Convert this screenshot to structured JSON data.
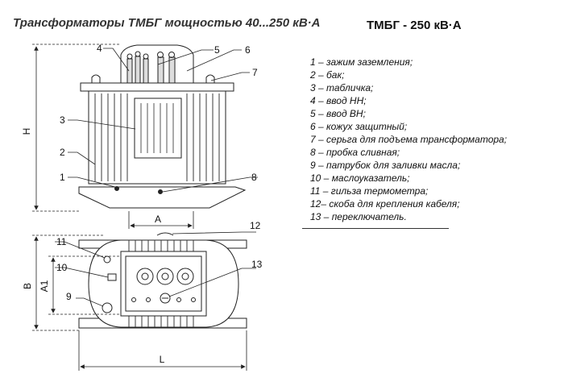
{
  "header": {
    "title_left": "Трансформаторы ТМБГ  мощностью  40...250 кВ·А",
    "title_right": "ТМБГ - 250 кВ·А"
  },
  "legend": [
    "1 – зажим заземления;",
    "2 – бак;",
    "3 – табличка;",
    "4 – ввод НН;",
    "5 – ввод ВН;",
    "6 – кожух защитный;",
    "7 – серьга для подъема трансформатора;",
    "8 – пробка сливная;",
    "9 – патрубок для заливки масла;",
    "10 – маслоуказатель;",
    "11 – гильза термометра;",
    "12– скоба для крепления кабеля;",
    "13 – переключатель."
  ],
  "callouts": {
    "front": [
      "4",
      "5",
      "6",
      "7",
      "3",
      "2",
      "1",
      "8"
    ],
    "top": [
      "12",
      "11",
      "10",
      "13",
      "9"
    ]
  },
  "dimensions": {
    "height": "H",
    "front_width": "A",
    "top_width": "B",
    "top_inner": "A1",
    "top_length": "L"
  },
  "colors": {
    "line": "#222222",
    "fin": "#3a3a3a"
  }
}
